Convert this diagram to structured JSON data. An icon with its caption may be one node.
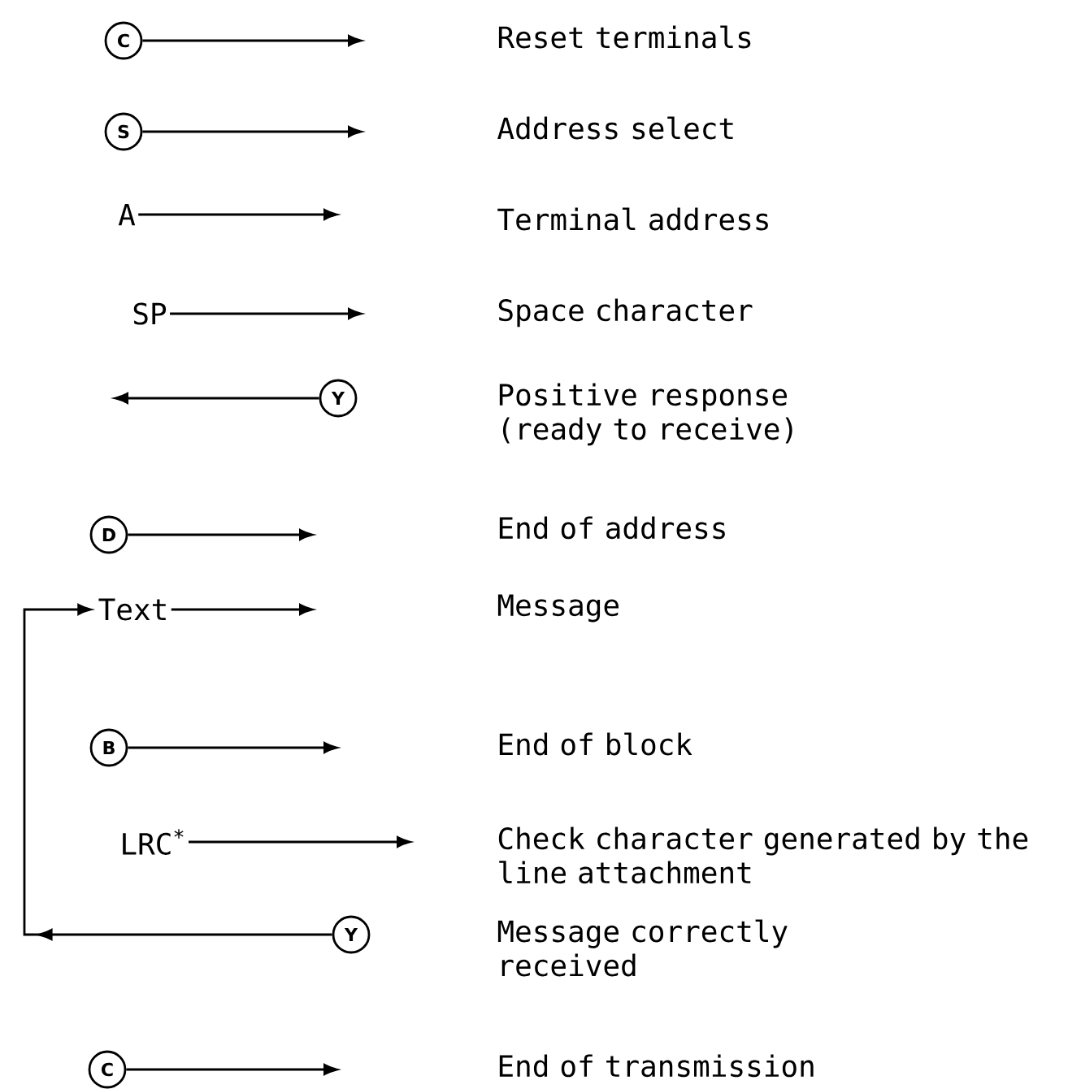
{
  "diagram": {
    "nodes": [
      {
        "text": [
          "C"
        ]
      },
      {
        "text": [
          "S"
        ]
      },
      {
        "text": [
          "A"
        ]
      },
      {
        "text": [
          "SP"
        ]
      },
      {
        "text": [
          "Y"
        ]
      },
      {
        "text": [
          "D"
        ]
      },
      {
        "text": [
          "Text"
        ]
      },
      {
        "text": [
          "B"
        ]
      },
      {
        "text": [
          "LRC$^{*}$"
        ]
      },
      {
        "text": [
          "Y"
        ]
      },
      {
        "text": [
          "C"
        ]
      }
    ],
    "edges": [
      {
        "from": 0,
        "to": null,
        "arrow": "to"
      },
      {
        "from": 1,
        "to": null,
        "arrow": "to"
      },
      {
        "from": 2,
        "to": null,
        "arrow": "to"
      },
      {
        "from": 3,
        "to": null,
        "arrow": "to"
      },
      {
        "from": 4,
        "to": null,
        "arrow": "to"
      },
      {
        "from": 5,
        "to": null,
        "arrow": "to"
      },
      {
        "from": 6,
        "to": null,
        "arrow": "to"
      },
      {
        "from": 7,
        "to": null,
        "arrow": "to"
      },
      {
        "from": 8,
        "to": null,
        "arrow": "to"
      },
      {
        "from": 9,
        "to": 6,
        "arrow": "to"
      },
      {
        "from": 10,
        "to": null,
        "arrow": "to"
      }
    ],
    "labels": [
      "Reset terminals",
      "Address select",
      "Terminal address",
      "Space character",
      "Positive response (ready to receive)",
      "End of address",
      "Message",
      "End of block",
      "Check character generated by the line attachment",
      "Message correctly received",
      "End of transmission"
    ]
  }
}
